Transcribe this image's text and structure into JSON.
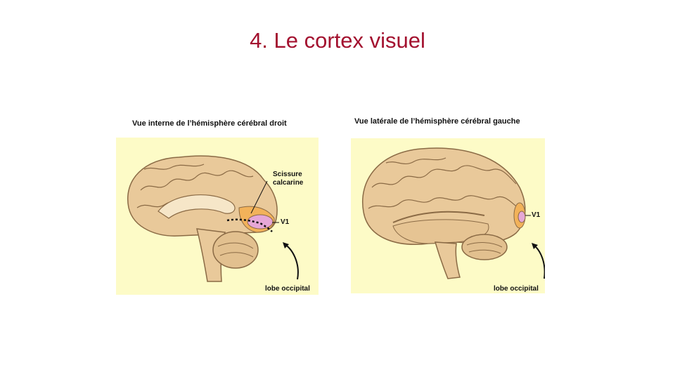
{
  "slide": {
    "title": "4. Le cortex visuel"
  },
  "figure_left": {
    "caption": "Vue interne de l’hémisphère cérébral droit",
    "label_scissure_line1": "Scissure",
    "label_scissure_line2": "calcarine",
    "label_v1": "V1",
    "label_lobe": "lobe occipital"
  },
  "figure_right": {
    "caption": "Vue latérale de l’hémisphère cérébral gauche",
    "label_v1": "V1",
    "label_lobe": "lobe occipital"
  },
  "colors": {
    "title": "#a3112f",
    "panel_background": "#fdfbc7",
    "brain": "#e9c99a",
    "brain_outline": "#8a6a45",
    "occipital_highlight": "#f2b25a",
    "v1_area": "#e6a7d6"
  }
}
